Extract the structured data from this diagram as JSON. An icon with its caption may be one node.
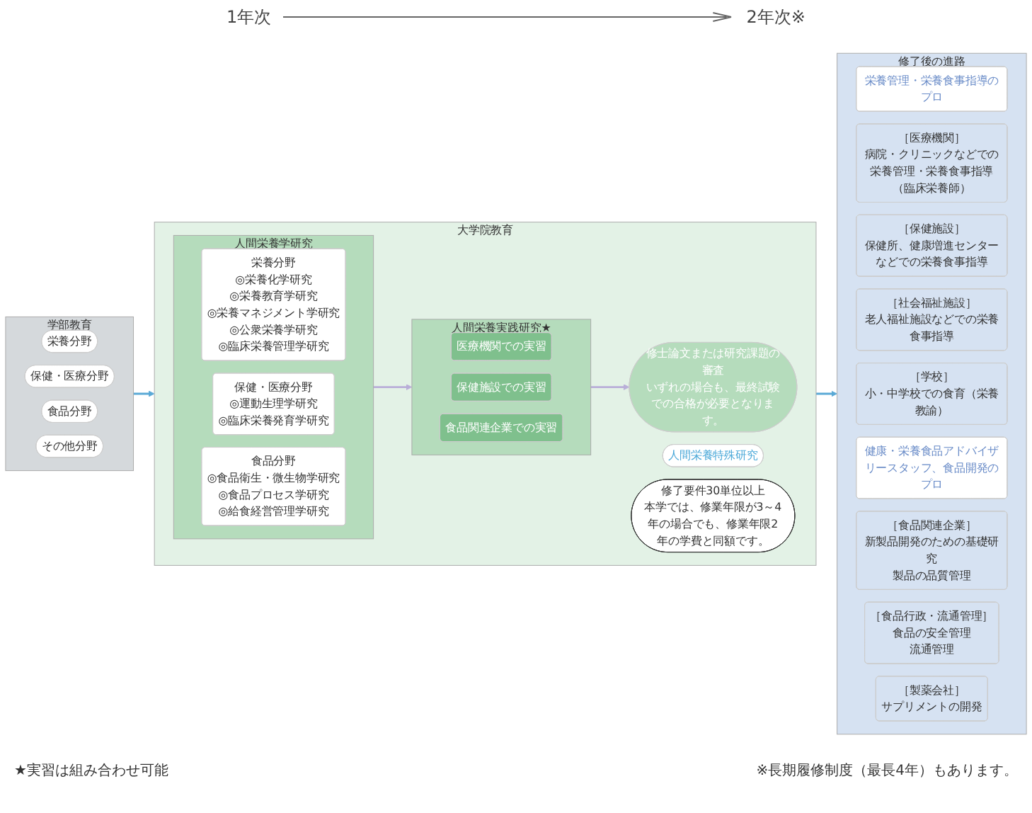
{
  "diagram": {
    "nodes": [
      {
        "text": [
          "学部教育"
        ]
      },
      {
        "text": [
          "栄養分野"
        ],
        "in": 0
      },
      {
        "text": [
          "保健・医療分野"
        ],
        "in": 0
      },
      {
        "text": [
          "食品分野"
        ],
        "in": 0
      },
      {
        "text": [
          "その他分野"
        ],
        "in": 0
      },
      {
        "text": [
          "大学院教育"
        ]
      },
      {
        "text": [
          "人間栄養特殊研究"
        ],
        "in": 5
      },
      {
        "text": [
          "人間栄養学研究"
        ],
        "in": 5
      },
      {
        "text": [
          "栄養分野",
          "◎栄養化学研究",
          "◎栄養教育学研究",
          "◎栄養マネジメント学研究",
          "◎公衆栄養学研究",
          "◎臨床栄養管理学研究"
        ],
        "in": 7
      },
      {
        "text": [
          "保健・医療分野",
          "◎運動生理学研究",
          "◎臨床栄養発育学研究"
        ],
        "in": 7
      },
      {
        "text": [
          "食品分野",
          "◎食品衛生・微生物学研究",
          "◎食品プロセス学研究",
          "◎給食経営管理学研究"
        ],
        "in": 7
      },
      {
        "text": [
          "人間栄養実践研究★"
        ],
        "in": 5
      },
      {
        "text": [
          "医療機関での実習"
        ],
        "in": 11
      },
      {
        "text": [
          "保健施設での実習"
        ],
        "in": 11
      },
      {
        "text": [
          "食品関連企業での実習"
        ],
        "in": 11
      },
      {
        "text": [
          "修士論文または研究課題の審査",
          "いずれの場合も、最終試験での合格が必要となります。"
        ],
        "in": 5
      },
      {
        "text": [
          "修了要件30単位以上",
          "本学では、修業年限が3～4年の場合でも、修業年限2年の学費と同額です。"
        ],
        "in": 5
      },
      {
        "text": [
          "修了後の進路"
        ]
      },
      {
        "text": [
          "栄養管理・栄養食事指導のプロ"
        ],
        "in": 17
      },
      {
        "text": [
          "［医療機関］",
          "病院・クリニックなどでの栄養管理・栄養食事指導（臨床栄養師）"
        ],
        "in": 17
      },
      {
        "text": [
          "［保健施設］",
          "保健所、健康増進センターなどでの栄養食事指導"
        ],
        "in": 17
      },
      {
        "text": [
          "［社会福祉施設］",
          "老人福祉施設などでの栄養食事指導"
        ],
        "in": 17
      },
      {
        "text": [
          "［学校］",
          "小・中学校での食育（栄養教諭）"
        ],
        "in": 17
      },
      {
        "text": [
          "健康・栄養食品アドバイザリースタッフ、食品開発のプロ"
        ],
        "in": 17
      },
      {
        "text": [
          "［食品関連企業］",
          "新製品開発のための基礎研究",
          "製品の品質管理"
        ],
        "in": 17
      },
      {
        "text": [
          "［食品行政・流通管理］",
          "食品の安全管理",
          "流通管理"
        ],
        "in": 17
      },
      {
        "text": [
          "［製薬会社］",
          "サプリメントの開発"
        ],
        "in": 17
      }
    ],
    "edges": [
      {
        "from": 0,
        "to": 5,
        "arrow": "to"
      },
      {
        "from": 7,
        "to": 11,
        "arrow": "to",
        "color": "#b9aed8"
      },
      {
        "from": 11,
        "to": 15,
        "arrow": "to",
        "color": "#b9aed8"
      },
      {
        "from": 5,
        "to": 17,
        "arrow": "to"
      }
    ],
    "labels": [
      "1年次",
      "2年次※",
      "★実習は組み合わせ可能",
      "※長期履修制度（最長4年）もあります。"
    ]
  }
}
